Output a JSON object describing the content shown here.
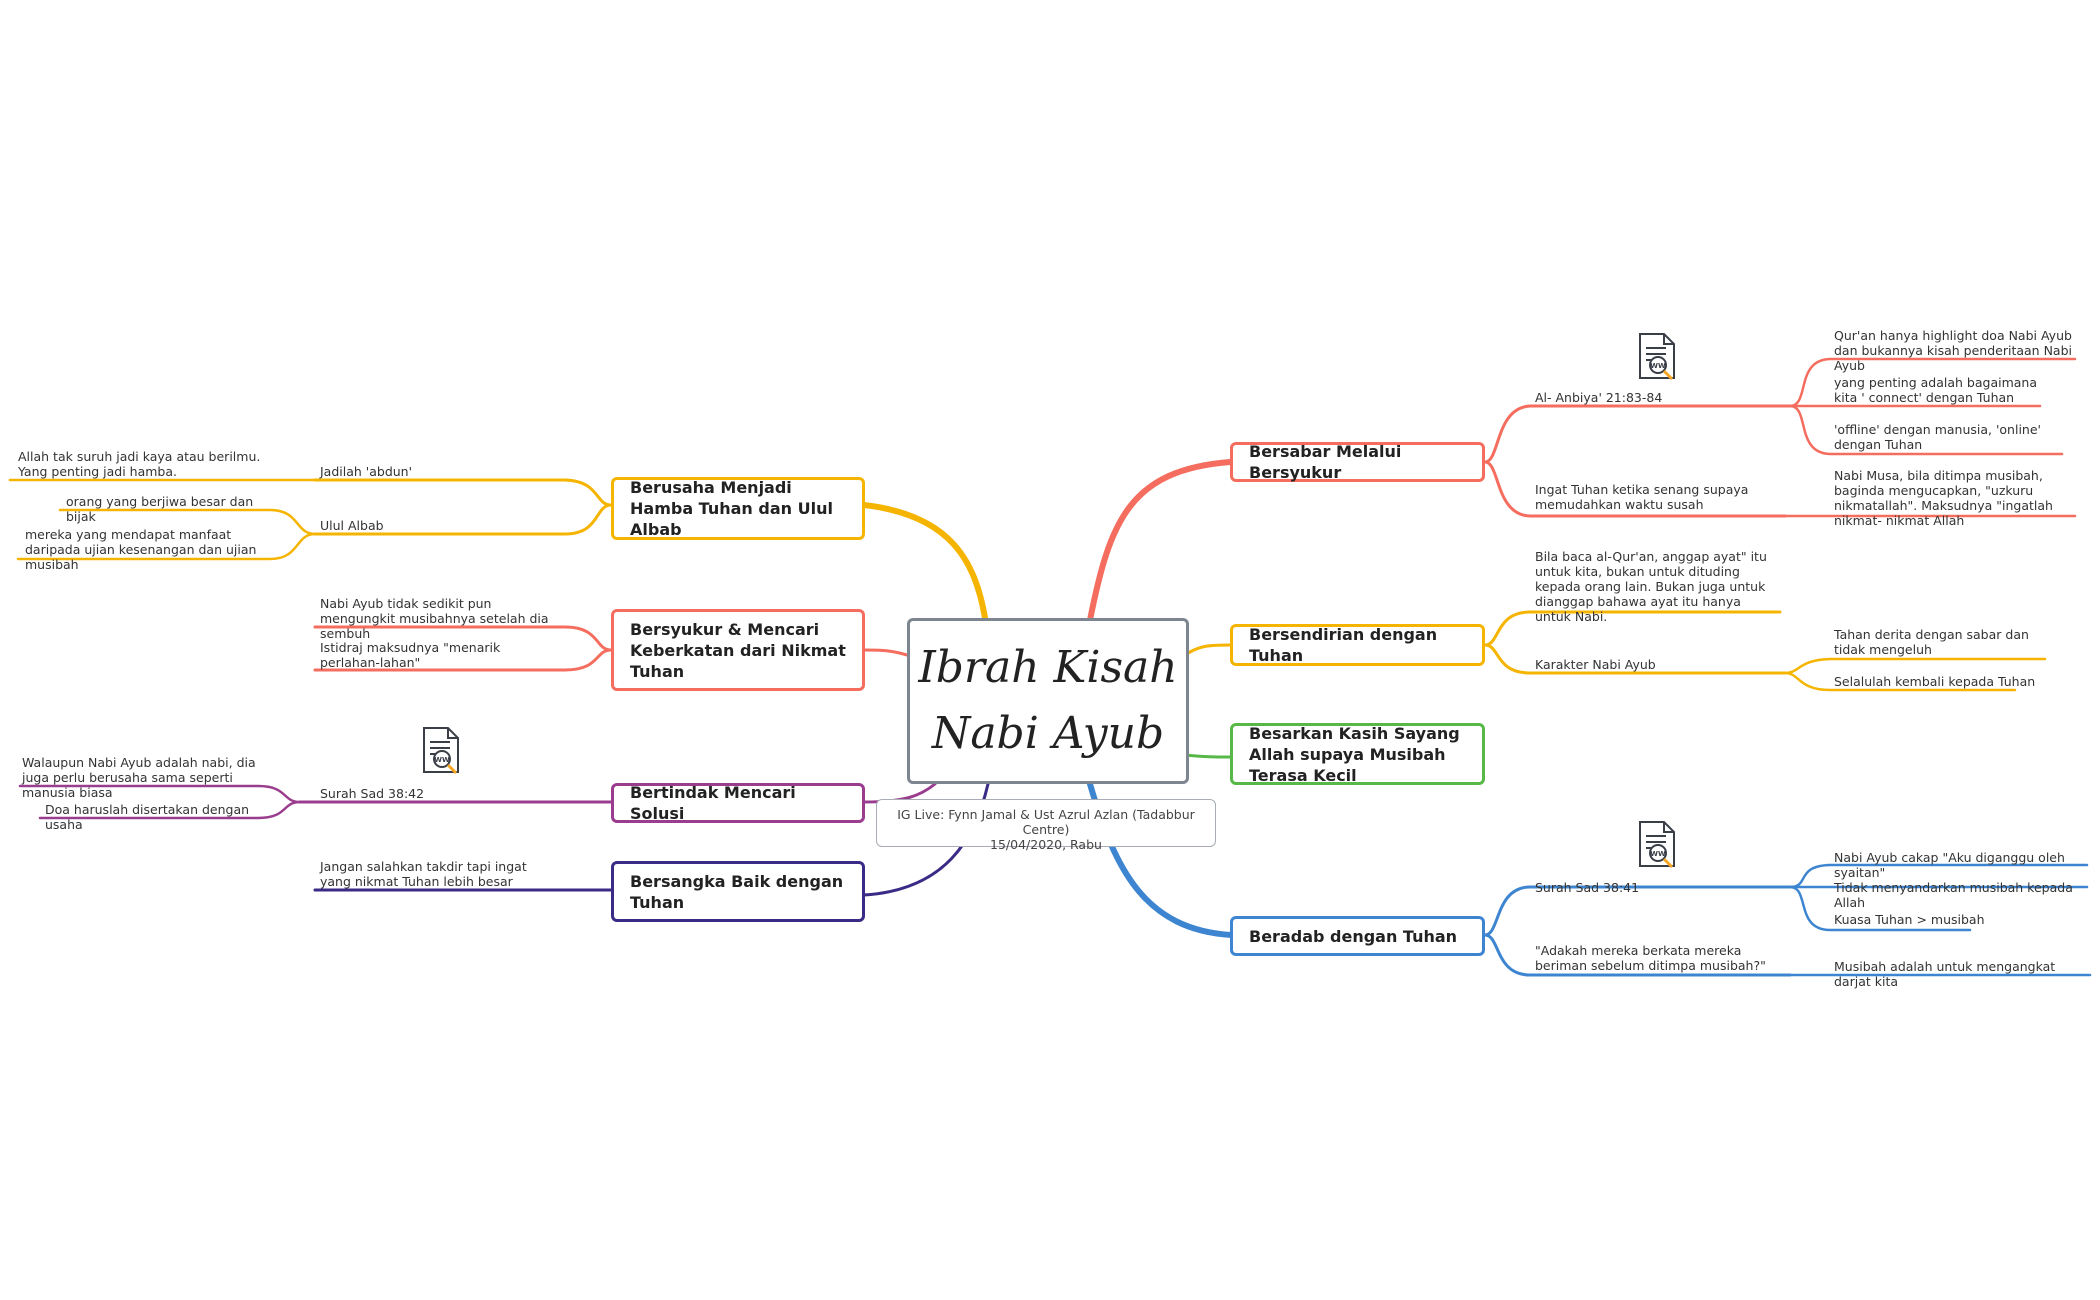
{
  "central": {
    "title": "Ibrah Kisah\nNabi Ayub"
  },
  "note": {
    "text": "IG Live: Fynn Jamal & Ust Azrul Azlan (Tadabbur Centre)\n15/04/2020, Rabu"
  },
  "colors": {
    "orange": "#f5b400",
    "coral": "#f46d5e",
    "purple": "#9b3d8f",
    "indigo": "#3b2a86",
    "green": "#57b847",
    "blue": "#3d85d0",
    "central_border": "#7d8590"
  },
  "icons": [
    "document-link-icon"
  ],
  "branches": {
    "right": [
      {
        "label": "Bersabar Melalui Bersyukur",
        "children": [
          {
            "label": "Al- Anbiya' 21:83-84",
            "children": [
              "Qur'an hanya highlight doa Nabi Ayub dan bukannya kisah penderitaan Nabi Ayub",
              "yang penting adalah bagaimana kita ' connect' dengan Tuhan",
              "'offline' dengan manusia, 'online' dengan Tuhan"
            ]
          },
          {
            "label": "Ingat Tuhan ketika senang supaya memudahkan waktu susah",
            "children": [
              "Nabi Musa, bila ditimpa musibah, baginda mengucapkan, \"uzkuru nikmatallah\". Maksudnya \"ingatlah nikmat- nikmat Allah"
            ]
          }
        ]
      },
      {
        "label": "Bersendirian dengan Tuhan",
        "children": [
          {
            "label": "Bila baca al-Qur'an, anggap ayat\" itu untuk kita, bukan untuk dituding kepada orang lain. Bukan juga untuk dianggap bahawa ayat itu hanya untuk Nabi.",
            "children": []
          },
          {
            "label": "Karakter Nabi Ayub",
            "children": [
              "Tahan derita dengan sabar dan tidak mengeluh",
              "Selalulah kembali kepada Tuhan"
            ]
          }
        ]
      },
      {
        "label": "Besarkan Kasih Sayang Allah supaya Musibah Terasa Kecil",
        "children": []
      },
      {
        "label": "Beradab dengan Tuhan",
        "children": [
          {
            "label": "Surah Sad 38:41",
            "children": [
              "Nabi Ayub cakap \"Aku diganggu oleh syaitan\"",
              "Tidak menyandarkan musibah kepada Allah",
              "Kuasa Tuhan > musibah"
            ]
          },
          {
            "label": "\"Adakah mereka berkata mereka beriman sebelum ditimpa musibah?\"",
            "children": [
              "Musibah adalah untuk mengangkat darjat kita"
            ]
          }
        ]
      }
    ],
    "left": [
      {
        "label": "Berusaha Menjadi Hamba Tuhan dan Ulul Albab",
        "children": [
          {
            "label": "Jadilah 'abdun'",
            "children": [
              "Allah tak suruh jadi kaya atau berilmu. Yang penting jadi hamba."
            ]
          },
          {
            "label": "Ulul Albab",
            "children": [
              "orang yang berjiwa besar dan bijak",
              "mereka yang mendapat manfaat daripada ujian kesenangan dan ujian musibah"
            ]
          }
        ]
      },
      {
        "label": "Bersyukur & Mencari Keberkatan dari Nikmat Tuhan",
        "children": [
          {
            "label": "Nabi Ayub tidak sedikit pun mengungkit musibahnya setelah dia sembuh",
            "children": []
          },
          {
            "label": "Istidraj maksudnya \"menarik perlahan-lahan\"",
            "children": []
          }
        ]
      },
      {
        "label": "Bertindak Mencari Solusi",
        "children": [
          {
            "label": "Surah Sad 38:42",
            "children": [
              "Walaupun Nabi Ayub adalah nabi, dia juga perlu berusaha sama seperti manusia biasa",
              "Doa haruslah disertakan dengan usaha"
            ]
          }
        ]
      },
      {
        "label": "Bersangka Baik dengan Tuhan",
        "children": [
          {
            "label": "Jangan salahkan takdir tapi ingat yang nikmat Tuhan lebih besar",
            "children": []
          }
        ]
      }
    ]
  }
}
